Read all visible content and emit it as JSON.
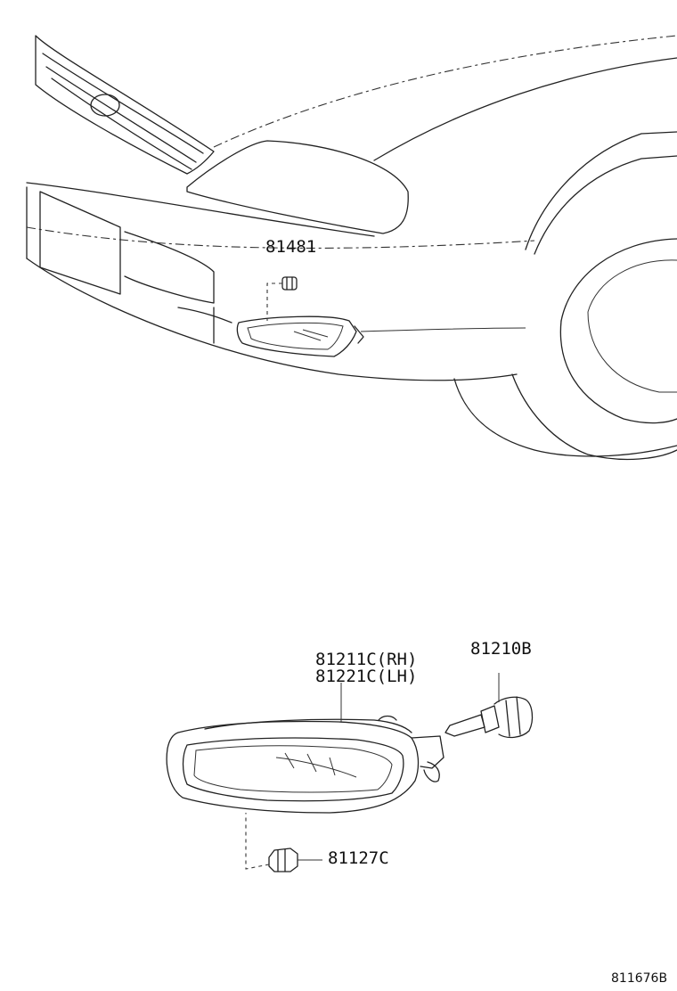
{
  "labels": {
    "bulb_holder_top": "81481",
    "fog_lamp_rh": "81211C(RH)",
    "fog_lamp_lh": "81221C(LH)",
    "bulb": "81210B",
    "bulb_holder_bottom": "81127C"
  },
  "diagram_code": "811676B"
}
